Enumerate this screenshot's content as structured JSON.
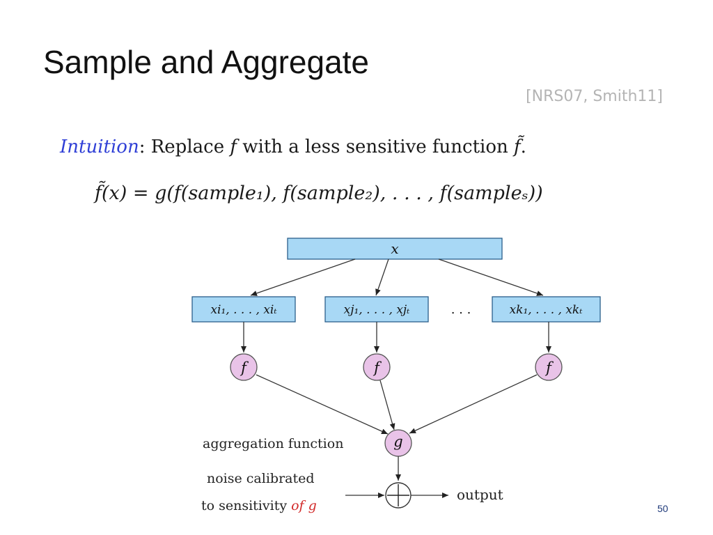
{
  "slide": {
    "title": "Sample and Aggregate",
    "citation": "[NRS07, Smith11]",
    "page_number": "50"
  },
  "intuition": {
    "lead": "Intuition",
    "text_before": ": Replace ",
    "f": "f",
    "text_after": " with a less sensitive function ",
    "f_tilde": "f̃",
    "period": "."
  },
  "formula": {
    "lhs": "f̃(x)",
    "equals": " = ",
    "rhs": "g(f(sample₁), f(sample₂), . . . , f(sampleₛ))"
  },
  "diagram": {
    "colors": {
      "box_fill": "#a8d8f5",
      "box_stroke": "#2b5f8a",
      "node_fill": "#e9c3e8",
      "node_stroke": "#555555",
      "highlight": "#d22a2a"
    },
    "input_label": "x",
    "samples": [
      {
        "label": "xi₁, . . . , xiₜ"
      },
      {
        "label": "xj₁, . . . , xjₜ"
      },
      {
        "label": "xk₁, . . . , xkₜ"
      }
    ],
    "ellipsis": ". . .",
    "f_label": "f",
    "g_label": "g",
    "aggregation_label": "aggregation function",
    "noise_line1": "noise calibrated",
    "noise_line2_prefix": "to sensitivity ",
    "noise_line2_highlight": "of g",
    "plus_symbol": "+",
    "output_label": "output"
  }
}
